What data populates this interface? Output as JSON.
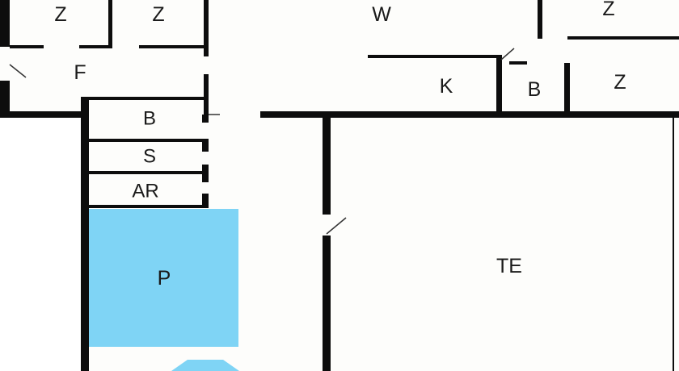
{
  "rooms": {
    "z1": "Z",
    "z2": "Z",
    "f": "F",
    "w": "W",
    "z3": "Z",
    "k": "K",
    "b1": "B",
    "z4": "Z",
    "b2": "B",
    "s": "S",
    "ar": "AR",
    "p": "P",
    "te": "TE"
  },
  "colors": {
    "wall": "#0d0d0d",
    "floor": "#fdfdfb",
    "pool": "#7fd4f5",
    "door_line": "#333333"
  }
}
